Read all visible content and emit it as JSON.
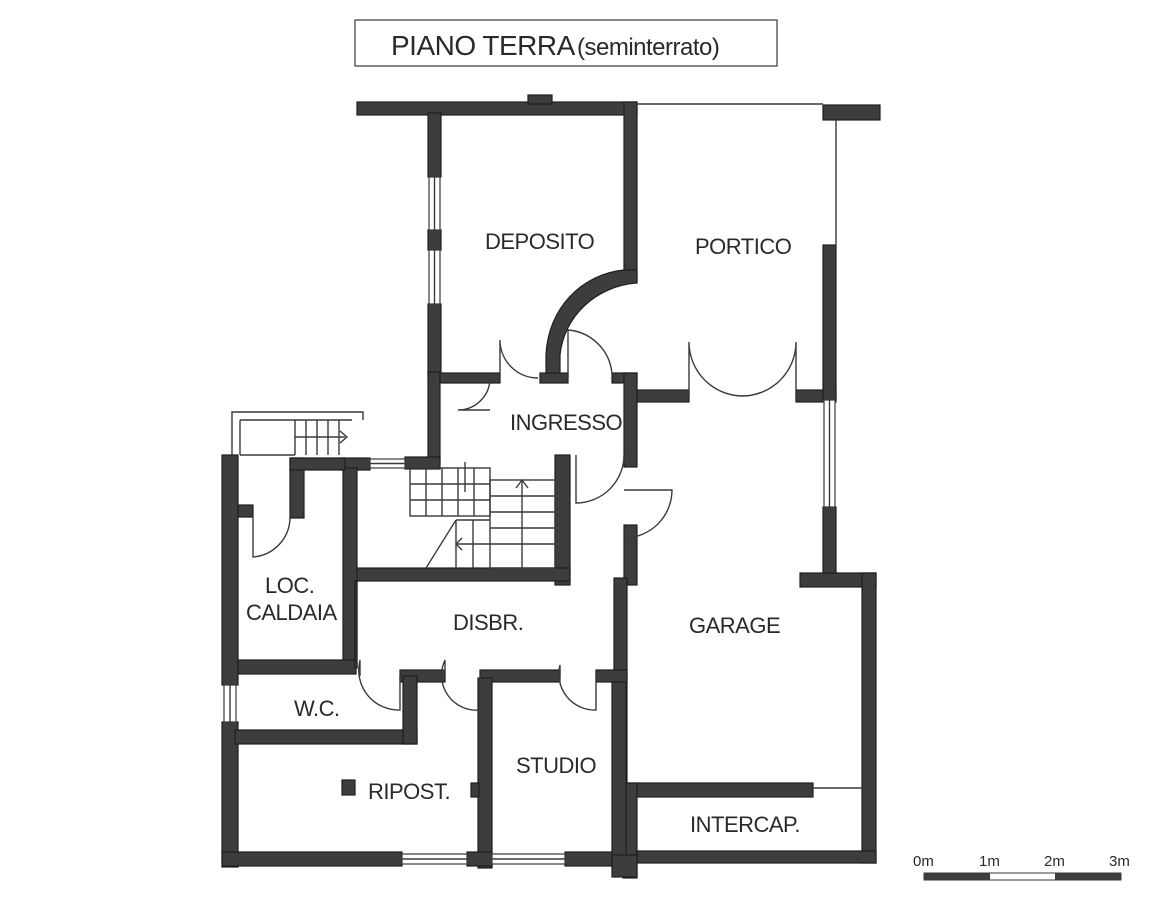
{
  "title": {
    "main": "PIANO TERRA",
    "sub": "(seminterrato)"
  },
  "rooms": {
    "deposito": "DEPOSITO",
    "portico": "PORTICO",
    "ingresso": "INGRESSO",
    "loc": "LOC.",
    "caldaia": "CALDAIA",
    "disbr": "DISBR.",
    "garage": "GARAGE",
    "wc": "W.C.",
    "ripost": "RIPOST.",
    "studio": "STUDIO",
    "intercap": "INTERCAP."
  },
  "scale": {
    "labels": [
      "0m",
      "1m",
      "2m",
      "3m"
    ]
  },
  "colors": {
    "wall": "#3d3d3d",
    "line": "#3a3a3a",
    "text": "#2a2a2a",
    "background": "#ffffff"
  }
}
